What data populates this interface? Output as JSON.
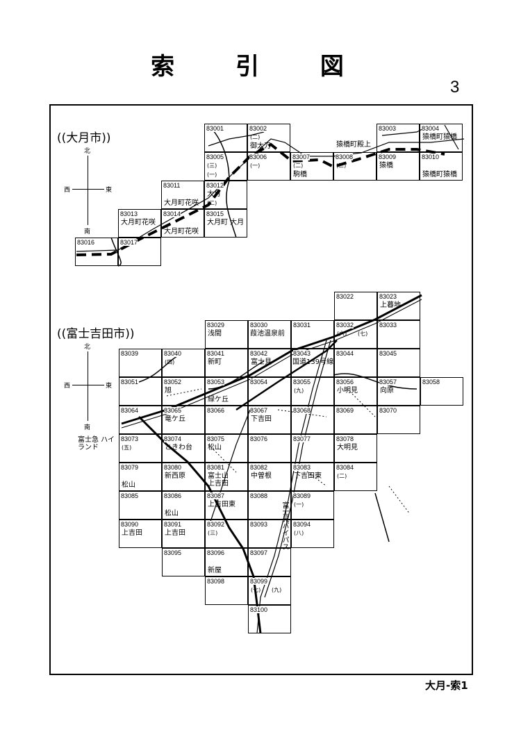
{
  "title": "索 引 図",
  "page_number": "3",
  "footer": "大月-索1",
  "compass": {
    "north": "北",
    "south": "南",
    "west": "西",
    "east": "東"
  },
  "sections": [
    {
      "name": "((大月市))",
      "cells": [
        "83001",
        "83002",
        "83003",
        "83004",
        "83005",
        "83006",
        "83007",
        "83008",
        "83009",
        "83010",
        "83011",
        "83012",
        "83013",
        "83014",
        "83015",
        "83016",
        "83017"
      ],
      "places": [
        "御太刀",
        "大月",
        "大月町花咲",
        "大月町花咲",
        "大月町花咲",
        "大月町 大月",
        "駒橋",
        "猿橋町殿上",
        "猿橋",
        "猿橋町猿橋",
        "猿橋町猿橋",
        "(二)",
        "(一)",
        "(三)",
        "(一)",
        "(二)",
        "(二)",
        "(三)"
      ]
    },
    {
      "name": "((富士吉田市))",
      "cells": [
        "83022",
        "83023",
        "83029",
        "83030",
        "83031",
        "83032",
        "83033",
        "83039",
        "83040",
        "83041",
        "83042",
        "83043",
        "83044",
        "83045",
        "83051",
        "83052",
        "83053",
        "83054",
        "83055",
        "83056",
        "83057",
        "83058",
        "83064",
        "83065",
        "83066",
        "83067",
        "83068",
        "83069",
        "83070",
        "83073",
        "83074",
        "83075",
        "83076",
        "83077",
        "83078",
        "83079",
        "83080",
        "83081",
        "83082",
        "83083",
        "83084",
        "83085",
        "83086",
        "83087",
        "83088",
        "83089",
        "83090",
        "83091",
        "83092",
        "83093",
        "83094",
        "83095",
        "83096",
        "83097",
        "83098",
        "83099",
        "83100"
      ],
      "places": [
        "浅間",
        "新町",
        "葭池温泉前",
        "富士見",
        "国道139号線",
        "小明見",
        "向原",
        "旭",
        "緑ケ丘",
        "竜ケ丘",
        "下吉田",
        "大明見",
        "富士急 ハイランド",
        "ときわ台",
        "松山",
        "新西原",
        "富士山 上吉田",
        "中曽根",
        "下吉田東",
        "松山",
        "上吉田東",
        "松山",
        "上吉田",
        "新屋",
        "上暮地",
        "富士見バイパス",
        "上吉田",
        "(六)",
        "(七)",
        "(八)",
        "(九)",
        "(五)",
        "(四)",
        "(二)",
        "(三)",
        "(一)",
        "(七)",
        "(九)"
      ]
    }
  ]
}
